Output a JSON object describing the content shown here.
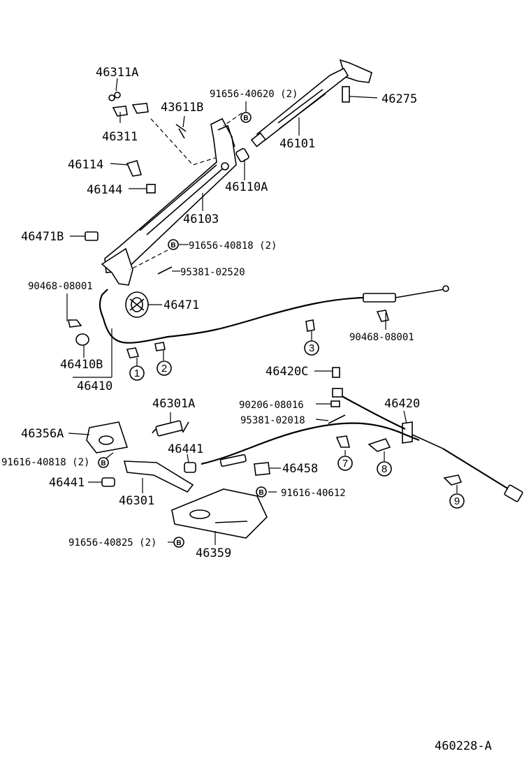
{
  "diagram": {
    "figure_id": "460228-A",
    "parts": {
      "p46311A": "46311A",
      "p46311": "46311",
      "p43611B": "43611B",
      "p91656_40620": "91656-40620 (2)",
      "p46275": "46275",
      "p46101": "46101",
      "p46114": "46114",
      "p46144": "46144",
      "p46110A": "46110A",
      "p46103": "46103",
      "p46471B": "46471B",
      "p91656_40818": "91656-40818 (2)",
      "p95381_02520": "95381-02520",
      "p90468_08001_left": "90468-08001",
      "p46471": "46471",
      "p90468_08001_right": "90468-08001",
      "p46410B": "46410B",
      "p46410": "46410",
      "p46420C": "46420C",
      "p90206_08016": "90206-08016",
      "p46420": "46420",
      "p95381_02018": "95381-02018",
      "p46301A": "46301A",
      "p46356A": "46356A",
      "p46441_upper": "46441",
      "p91616_40818": "91616-40818 (2)",
      "p46458": "46458",
      "p46441_lower": "46441",
      "p46301": "46301",
      "p91616_40612": "91616-40612",
      "p91656_40825": "91656-40825 (2)",
      "p46359": "46359"
    },
    "markers": {
      "b": "B",
      "c1": "1",
      "c2": "2",
      "c3": "3",
      "c7": "7",
      "c8": "8",
      "c9": "9"
    }
  }
}
